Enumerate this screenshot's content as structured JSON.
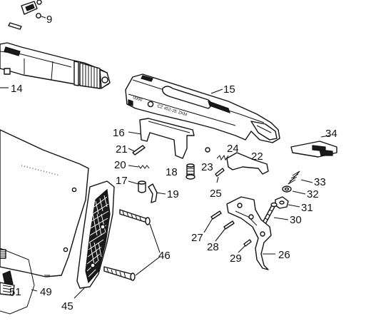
{
  "callouts": {
    "p9": "9",
    "p14": "14",
    "p15": "15",
    "p16": "16",
    "p17": "17",
    "p18": "18",
    "p19": "19",
    "p20": "20",
    "p21": "21",
    "p22": "22",
    "p23": "23",
    "p24": "24",
    "p25": "25",
    "p26": "26",
    "p27": "27",
    "p28": "28",
    "p29": "29",
    "p30": "30",
    "p31": "31",
    "p32": "32",
    "p33": "33",
    "p34": "34",
    "p45": "45",
    "p46": "46",
    "p49": "49",
    "p51": "51"
  },
  "receiver_engraving": "CZ 452-2E ZKM",
  "receiver_serial_mark": "0000"
}
